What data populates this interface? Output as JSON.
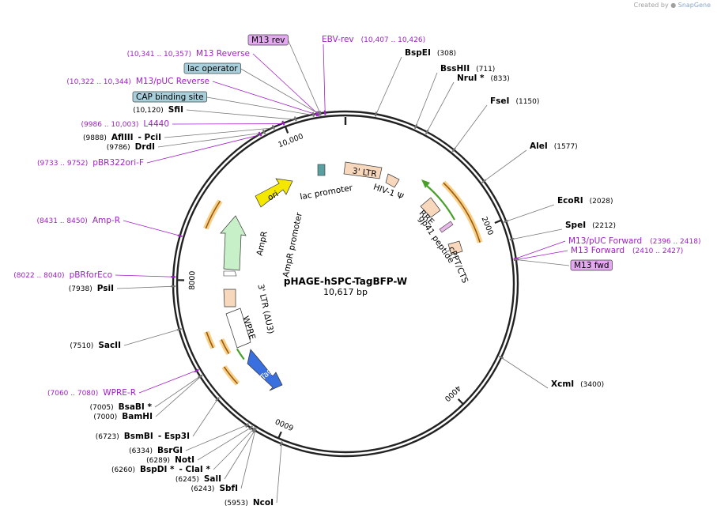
{
  "credit": {
    "prefix": "Created by",
    "brand": "SnapGene"
  },
  "plasmid": {
    "name": "pHAGE-hSPC-TagBFP-W",
    "length": "10,617 bp"
  },
  "colors": {
    "backbone": "#222222",
    "enzyme_leader": "#777777",
    "primer": "#a020c8",
    "primer_box_fill": "#e3a8f0",
    "feature_box_fill": "#a8d0dc",
    "ltr_fill": "#f8d8bc",
    "ori_fill": "#f5e800",
    "ampr_fill": "#c8f0c8",
    "tagbfp_fill": "#3a6fe0",
    "orf_highlight": "#f5c060",
    "orf_arrow": "#9a5a10",
    "green_arrow": "#48a028"
  },
  "ticks": [
    {
      "pos": 2000,
      "label": "2000"
    },
    {
      "pos": 4000,
      "label": "4000"
    },
    {
      "pos": 6000,
      "label": "6000"
    },
    {
      "pos": 8000,
      "label": "8000"
    },
    {
      "pos": 10000,
      "label": "10,000"
    }
  ],
  "enzymes_right": [
    {
      "name": "BspEI",
      "pos": "(308)",
      "at": 300
    },
    {
      "name": "BssHII",
      "pos": "(711)",
      "at": 711
    },
    {
      "name": "NruI *",
      "pos": "(833)",
      "at": 833
    },
    {
      "name": "FseI",
      "pos": "(1150)",
      "at": 1150
    },
    {
      "name": "AleI",
      "pos": "(1577)",
      "at": 1577
    },
    {
      "name": "EcoRI",
      "pos": "(2028)",
      "at": 2028
    },
    {
      "name": "SpeI",
      "pos": "(2212)",
      "at": 2212
    },
    {
      "name": "XcmI",
      "pos": "(3400)",
      "at": 3400
    }
  ],
  "enzymes_left": [
    {
      "pos": "(10,120)",
      "name": "SfiI",
      "at": 10120
    },
    {
      "pos": "(9888)",
      "name": "AflIII",
      "extra": "- PciI",
      "at": 9888
    },
    {
      "pos": "(9786)",
      "name": "DrdI",
      "at": 9786
    },
    {
      "pos": "(7938)",
      "name": "PsiI",
      "at": 7938
    },
    {
      "pos": "(7510)",
      "name": "SacII",
      "at": 7510
    },
    {
      "pos": "(7005)",
      "name": "BsaBI *",
      "at": 7005
    },
    {
      "pos": "(7000)",
      "name": "BamHI",
      "at": 7000
    },
    {
      "pos": "(6723)",
      "name": "BsmBI",
      "extra": "- Esp3I",
      "at": 6723
    },
    {
      "pos": "(6334)",
      "name": "BsrGI",
      "at": 6334
    },
    {
      "pos": "(6289)",
      "name": "NotI",
      "at": 6289
    },
    {
      "pos": "(6260)",
      "name": "BspDI *",
      "extra": "- ClaI *",
      "at": 6260
    },
    {
      "pos": "(6245)",
      "name": "SalI",
      "at": 6245
    },
    {
      "pos": "(6243)",
      "name": "SbfI",
      "at": 6243
    },
    {
      "pos": "(5953)",
      "name": "NcoI",
      "at": 5953
    }
  ],
  "primers_left": [
    {
      "range": "(10,341 .. 10,357)",
      "name": "M13 Reverse",
      "at": 10349
    },
    {
      "range": "(10,322 .. 10,344)",
      "name": "M13/pUC Reverse",
      "at": 10333
    },
    {
      "range": "(9986 .. 10,003)",
      "name": "L4440",
      "at": 9994
    },
    {
      "range": "(9733 .. 9752)",
      "name": "pBR322ori-F",
      "at": 9742
    },
    {
      "range": "(8431 .. 8450)",
      "name": "Amp-R",
      "at": 8440
    },
    {
      "range": "(8022 .. 8040)",
      "name": "pBRforEco",
      "at": 8031
    },
    {
      "range": "(7060 .. 7080)",
      "name": "WPRE-R",
      "at": 7070
    }
  ],
  "primer_top": {
    "name": "EBV-rev",
    "range": "(10,407 .. 10,426)",
    "at": 10416
  },
  "primers_right": [
    {
      "name": "M13/pUC Forward",
      "range": "(2396 .. 2418)",
      "at": 2407
    },
    {
      "name": "M13 Forward",
      "range": "(2410 .. 2427)",
      "at": 2418
    }
  ],
  "boxed_labels": [
    {
      "text": "M13 rev",
      "kind": "primer",
      "at": 10370
    },
    {
      "text": "lac operator",
      "kind": "feature",
      "at": 10360
    },
    {
      "text": "CAP binding site",
      "kind": "feature",
      "at": 10300
    },
    {
      "text": "M13 fwd",
      "kind": "primer",
      "at": 2415
    }
  ],
  "features": [
    {
      "name": "3' LTR",
      "kind": "ltr-box"
    },
    {
      "name": "HIV-1 Ψ",
      "kind": "label"
    },
    {
      "name": "RRE",
      "kind": "label"
    },
    {
      "name": "gp41 peptide",
      "kind": "label"
    },
    {
      "name": "cPPT/CTS",
      "kind": "label"
    },
    {
      "name": "lac promoter",
      "kind": "label"
    },
    {
      "name": "ori",
      "kind": "arrow"
    },
    {
      "name": "AmpR",
      "kind": "arrow"
    },
    {
      "name": "AmpR promoter",
      "kind": "label"
    },
    {
      "name": "3' LTR (ΔU3)",
      "kind": "label"
    },
    {
      "name": "WPRE",
      "kind": "label"
    },
    {
      "name": "TagBFP",
      "kind": "arrow"
    }
  ]
}
